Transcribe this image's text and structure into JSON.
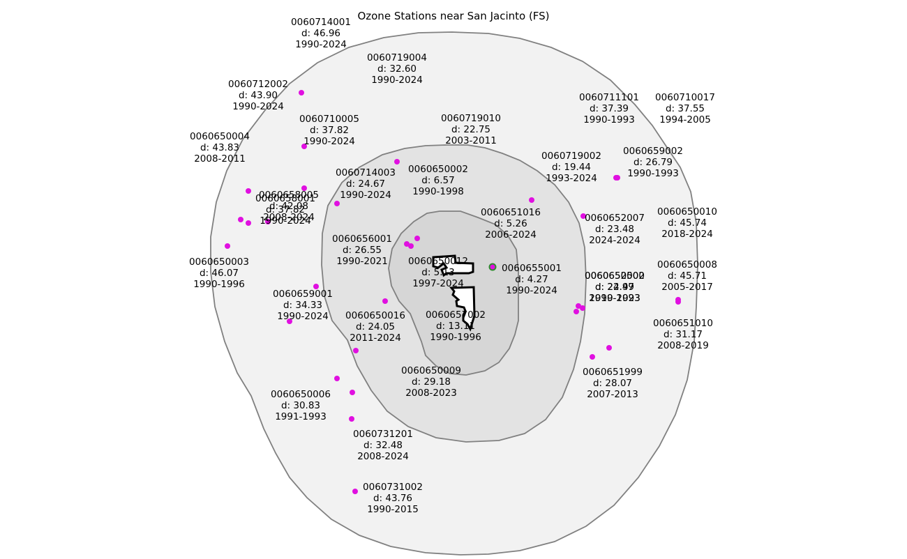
{
  "title": "Ozone Stations near San Jacinto (FS)",
  "colors": {
    "outer_ring": "#f2f2f2",
    "middle_ring": "#e3e3e3",
    "inner_ring": "#d6d6d6",
    "ring_stroke": "#808080",
    "station": "#e010e0",
    "site_marker": "#2e8b2e",
    "boundary": "#000000"
  },
  "stations": [
    {
      "id": "0060714001",
      "dist": "d: 46.96",
      "years": "1990-2024"
    },
    {
      "id": "0060719004",
      "dist": "d: 32.60",
      "years": "1990-2024"
    },
    {
      "id": "0060712002",
      "dist": "d: 43.90",
      "years": "1990-2024"
    },
    {
      "id": "0060710005",
      "dist": "d: 37.82",
      "years": "1990-2024"
    },
    {
      "id": "0060719010",
      "dist": "d: 22.75",
      "years": "2003-2011"
    },
    {
      "id": "0060711101",
      "dist": "d: 37.39",
      "years": "1990-1993"
    },
    {
      "id": "0060710017",
      "dist": "d: 37.55",
      "years": "1994-2005"
    },
    {
      "id": "0060650004",
      "dist": "d: 43.83",
      "years": "2008-2011"
    },
    {
      "id": "0060719002",
      "dist": "d: 19.44",
      "years": "1993-2024"
    },
    {
      "id": "0060659002",
      "dist": "d: 26.79",
      "years": "1990-1993"
    },
    {
      "id": "0060714003",
      "dist": "d: 24.67",
      "years": "1990-2024"
    },
    {
      "id": "0060650002",
      "dist": "d: 6.57",
      "years": "1990-1998"
    },
    {
      "id": "0060658005",
      "dist": "d: 42.08",
      "years": "2008-2024"
    },
    {
      "id": "0060658001",
      "dist": "d: 37.82",
      "years": "1990-2024"
    },
    {
      "id": "0060651016",
      "dist": "d: 5.26",
      "years": "2006-2024"
    },
    {
      "id": "0060652007",
      "dist": "d: 23.48",
      "years": "2024-2024"
    },
    {
      "id": "0060650010",
      "dist": "d: 45.74",
      "years": "2018-2024"
    },
    {
      "id": "0060656001",
      "dist": "d: 26.55",
      "years": "1990-2021"
    },
    {
      "id": "0060650012",
      "dist": "d: 5.13",
      "years": "1997-2024"
    },
    {
      "id": "0060655001",
      "dist": "d: 4.27",
      "years": "1990-2024"
    },
    {
      "id": "0060650003",
      "dist": "d: 46.07",
      "years": "1990-1996"
    },
    {
      "id": "0060650008",
      "dist": "d: 45.71",
      "years": "2005-2017"
    },
    {
      "id": "0060652002",
      "dist": "d: 22.47",
      "years": "1990-1993"
    },
    {
      "id": "0060650500",
      "dist": "d: 24.99",
      "years": "2019-2023"
    },
    {
      "id": "0060659001",
      "dist": "d: 34.33",
      "years": "1990-2024"
    },
    {
      "id": "0060650016",
      "dist": "d: 24.05",
      "years": "2011-2024"
    },
    {
      "id": "0060657002",
      "dist": "d: 13.11",
      "years": "1990-1996"
    },
    {
      "id": "0060651010",
      "dist": "d: 31.17",
      "years": "2008-2019"
    },
    {
      "id": "0060650009",
      "dist": "d: 29.18",
      "years": "2008-2023"
    },
    {
      "id": "0060651999",
      "dist": "d: 28.07",
      "years": "2007-2013"
    },
    {
      "id": "0060650006",
      "dist": "d: 30.83",
      "years": "1991-1993"
    },
    {
      "id": "0060731201",
      "dist": "d: 32.48",
      "years": "2008-2024"
    },
    {
      "id": "0060731002",
      "dist": "d: 43.76",
      "years": "1990-2015"
    }
  ]
}
